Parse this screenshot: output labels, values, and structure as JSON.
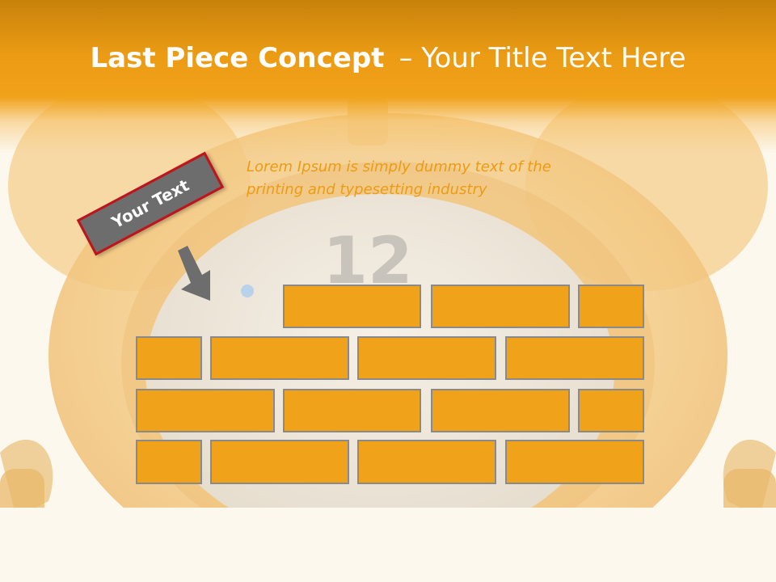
{
  "slide": {
    "title_bold": "Last Piece Concept",
    "title_rest": "– Your Title Text Here",
    "body_text_line1": "Lorem Ipsum is simply dummy text of the",
    "body_text_line2": "printing and typesetting industry",
    "tag_label": "Your Text",
    "clock_number": "12"
  },
  "colors": {
    "accent": "#f0a21a",
    "header": "#ec9c14",
    "tag_fill": "#6d6d6d",
    "tag_border": "#c0141c",
    "background": "#fdf8ee"
  },
  "icons": [
    "alarm-clock-illustration",
    "down-arrow-icon"
  ]
}
